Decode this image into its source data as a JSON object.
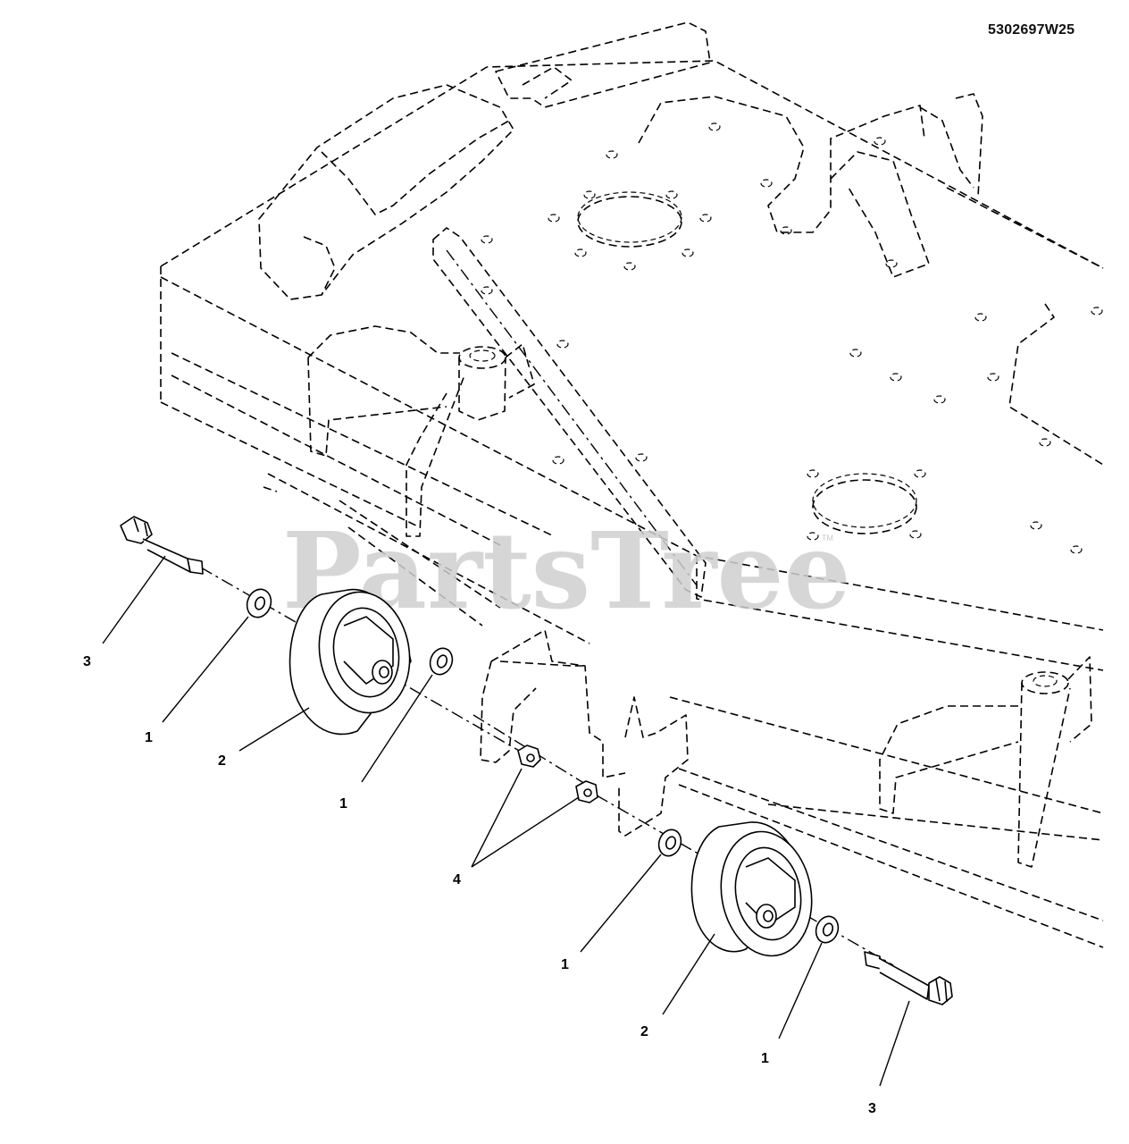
{
  "diagram": {
    "part_number": "5302697W25",
    "watermark": "PartsTree",
    "trademark": "TM",
    "callouts": {
      "bolt_left": "3",
      "washer_left_outer": "1",
      "wheel_left": "2",
      "washer_left_inner": "1",
      "nuts": "4",
      "washer_right_inner": "1",
      "wheel_right": "2",
      "washer_right_outer": "1",
      "bolt_right": "3"
    }
  }
}
